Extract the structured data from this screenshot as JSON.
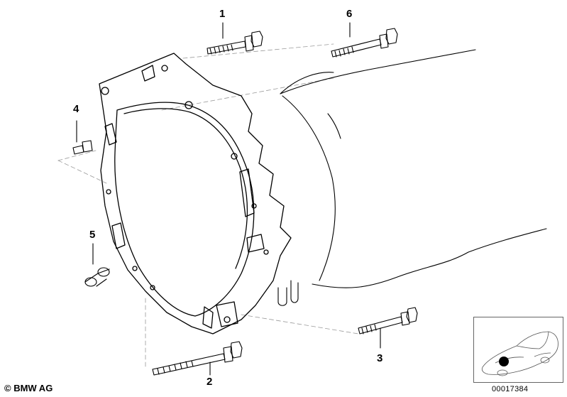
{
  "callouts": [
    {
      "id": "1",
      "label": "1"
    },
    {
      "id": "2",
      "label": "2"
    },
    {
      "id": "3",
      "label": "3"
    },
    {
      "id": "4",
      "label": "4"
    },
    {
      "id": "5",
      "label": "5"
    },
    {
      "id": "6",
      "label": "6"
    }
  ],
  "footer": {
    "copyright": "© BMW AG",
    "document_number": "00017384"
  },
  "colors": {
    "line": "#000000",
    "dash": "#888888",
    "marker": "#000000"
  }
}
